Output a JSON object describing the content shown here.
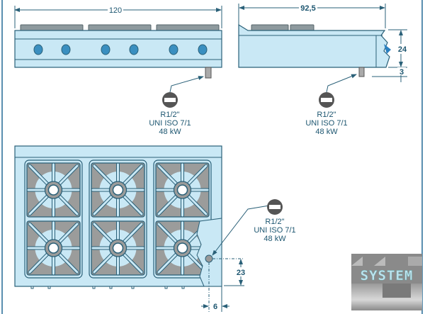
{
  "front_view": {
    "width_dimension": "120",
    "knob_count": 6
  },
  "side_view": {
    "depth_dimension": "92,5",
    "height_dimension": "24",
    "foot_dimension": "3"
  },
  "top_view": {
    "offset_y_dimension": "23",
    "offset_x_dimension": "6",
    "burner_count": 6
  },
  "gas_connections": [
    {
      "thread": "R1/2\"",
      "standard": "UNI ISO 7/1",
      "power": "48 kW"
    },
    {
      "thread": "R1/2\"",
      "standard": "UNI ISO 7/1",
      "power": "48 kW"
    },
    {
      "thread": "R1/2\"",
      "standard": "UNI ISO 7/1",
      "power": "48 kW"
    }
  ],
  "logo": {
    "text": "SYSTEM"
  },
  "colors": {
    "line": "#2a6078",
    "body": "#c9e8f5",
    "grate": "#9b9c9b"
  }
}
